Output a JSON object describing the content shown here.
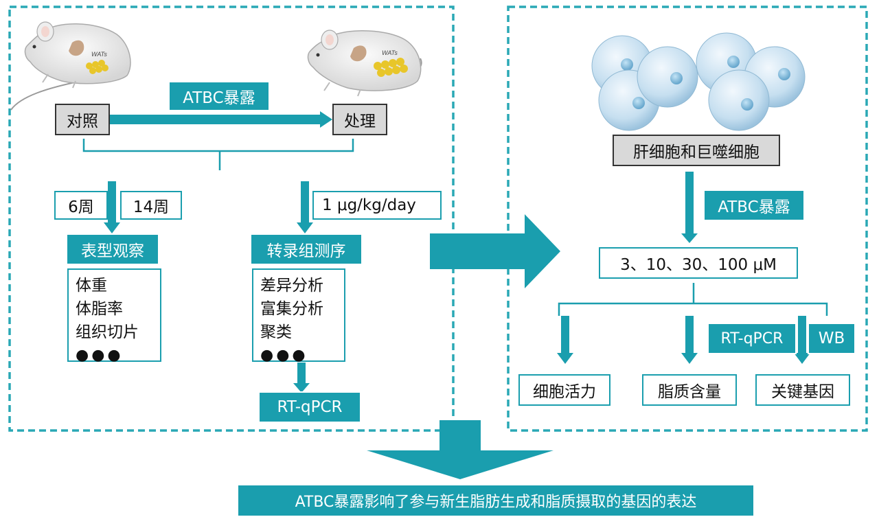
{
  "left_panel": {
    "exposure_label": "ATBC暴露",
    "control_label": "对照",
    "treatment_label": "处理",
    "mouse_tag": "WATs",
    "week_6": "6周",
    "week_14": "14周",
    "dose": "1 μg/kg/day",
    "phenotype_title": "表型观察",
    "phenotype_items": [
      "体重",
      "体脂率",
      "组织切片"
    ],
    "phenotype_more": "●●●",
    "transcriptome_title": "转录组测序",
    "transcriptome_items": [
      "差异分析",
      "富集分析",
      "聚类"
    ],
    "transcriptome_more": "●●●",
    "validation": "RT-qPCR"
  },
  "right_panel": {
    "cells_label": "肝细胞和巨噬细胞",
    "exposure_label": "ATBC暴露",
    "concentrations": "3、10、30、100 μM",
    "method_1": "RT-qPCR",
    "method_2": "WB",
    "outputs": [
      "细胞活力",
      "脂质含量",
      "关键基因"
    ]
  },
  "conclusion": "ATBC暴露影响了参与新生脂肪生成和脂质摄取的基因的表达",
  "colors": {
    "teal": "#1a9eae",
    "dashed_border": "#2aa8b5",
    "gray_box": "#d9d9d9",
    "cell_fill": "#bcd9ec"
  }
}
